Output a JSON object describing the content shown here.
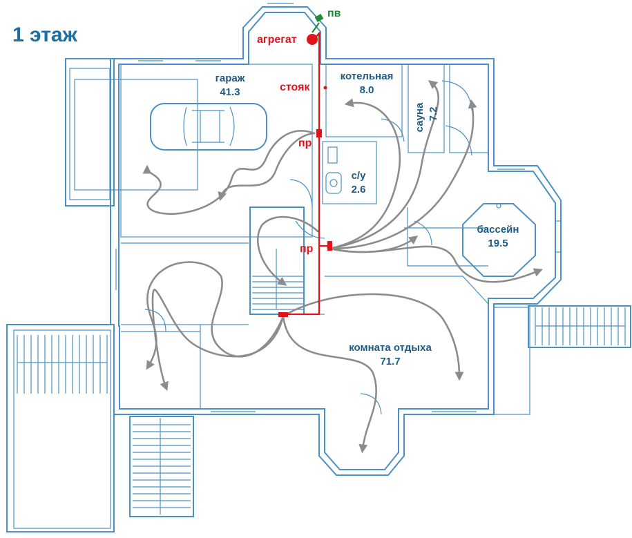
{
  "floor_title": "1 этаж",
  "rooms": {
    "garage": {
      "name": "гараж",
      "area": "41.3"
    },
    "boiler": {
      "name": "котельная",
      "area": "8.0"
    },
    "sauna": {
      "name": "сауна",
      "area": "7.2"
    },
    "bathroom": {
      "name": "с/у",
      "area": "2.6"
    },
    "pool": {
      "name": "бассейн",
      "area": "19.5"
    },
    "lounge": {
      "name": "комната отдыха",
      "area": "71.7"
    }
  },
  "ventilation": {
    "unit_label": "агрегат",
    "intake_label": "пв",
    "riser_label": "стояк",
    "supply_label_upper": "пр",
    "supply_label_lower": "пр",
    "colors": {
      "duct": "#e2141b",
      "intake": "#1f8a3a",
      "airflow": "#8c8c8c",
      "walls": "#4a90c2",
      "title": "#1d6fa3"
    }
  }
}
